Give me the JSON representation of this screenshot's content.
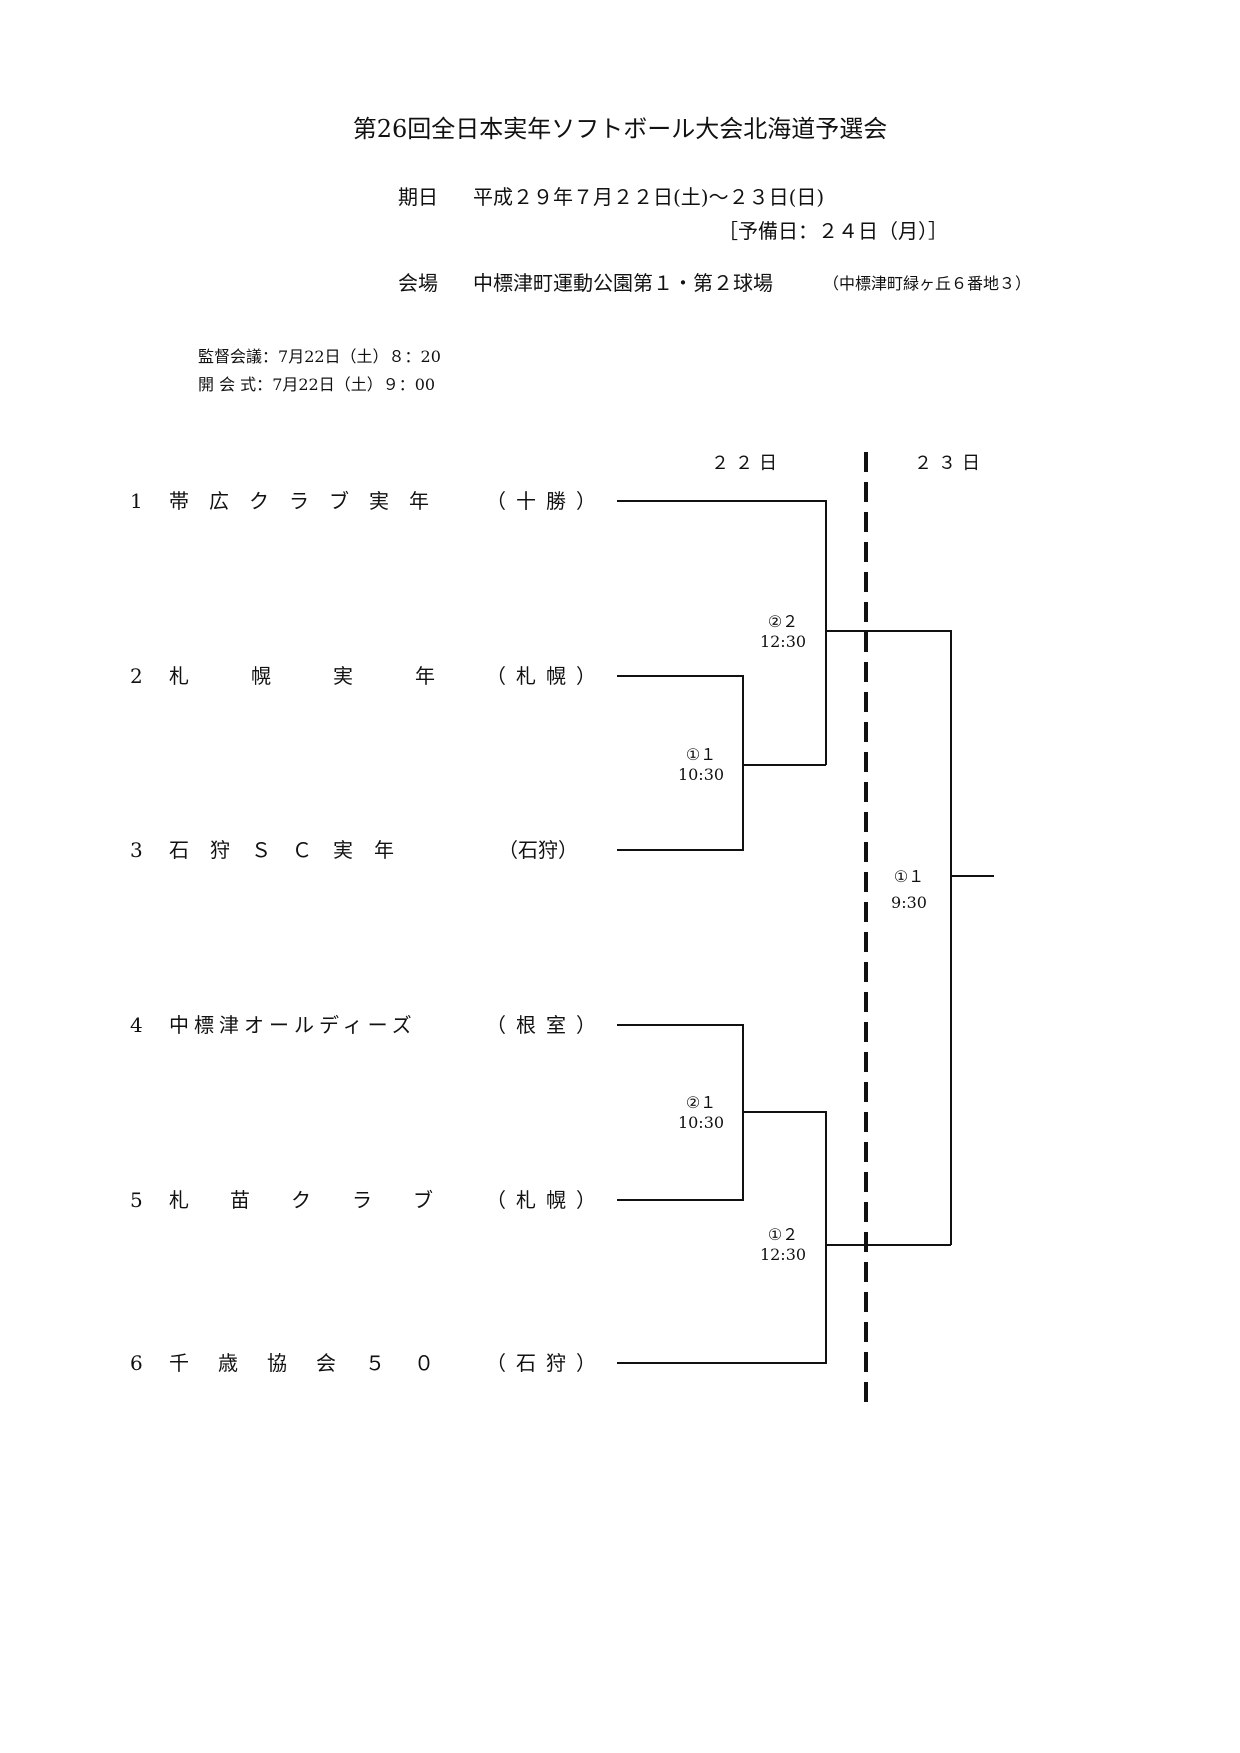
{
  "title": "第26回全日本実年ソフトボール大会北海道予選会",
  "schedule": {
    "date_label": "期日",
    "date_value": "平成２９年７月２２日(土)～２３日(日)",
    "reserve": "［予備日：２４日（月）］",
    "venue_label": "会場",
    "venue_value": "中標津町運動公園第１・第２球場",
    "venue_address": "（中標津町緑ヶ丘６番地３）"
  },
  "meetings": [
    {
      "label": "監督会議：",
      "value": "7月22日（土）８：20"
    },
    {
      "label": "開 会 式：",
      "value": "7月22日（土）９：00"
    }
  ],
  "bracket": {
    "days": [
      "２２日",
      "２３日"
    ],
    "teams": [
      {
        "num": "1",
        "name": "帯広クラブ実年",
        "region": "（十勝）"
      },
      {
        "num": "2",
        "name": "札幌実年",
        "region": "（札幌）"
      },
      {
        "num": "3",
        "name": "石狩ＳＣ実年",
        "region": "（石狩）"
      },
      {
        "num": "4",
        "name": "中標津オールディーズ",
        "region": "（根室）"
      },
      {
        "num": "5",
        "name": "札苗クラブ",
        "region": "（札幌）"
      },
      {
        "num": "6",
        "name": "千歳協会５０",
        "region": "（石狩）"
      }
    ],
    "matches": [
      {
        "code": "①１",
        "time": "10:30"
      },
      {
        "code": "②１",
        "time": "10:30"
      },
      {
        "code": "②２",
        "time": "12:30"
      },
      {
        "code": "①２",
        "time": "12:30"
      },
      {
        "code": "①１",
        "time": "9:30"
      }
    ]
  }
}
